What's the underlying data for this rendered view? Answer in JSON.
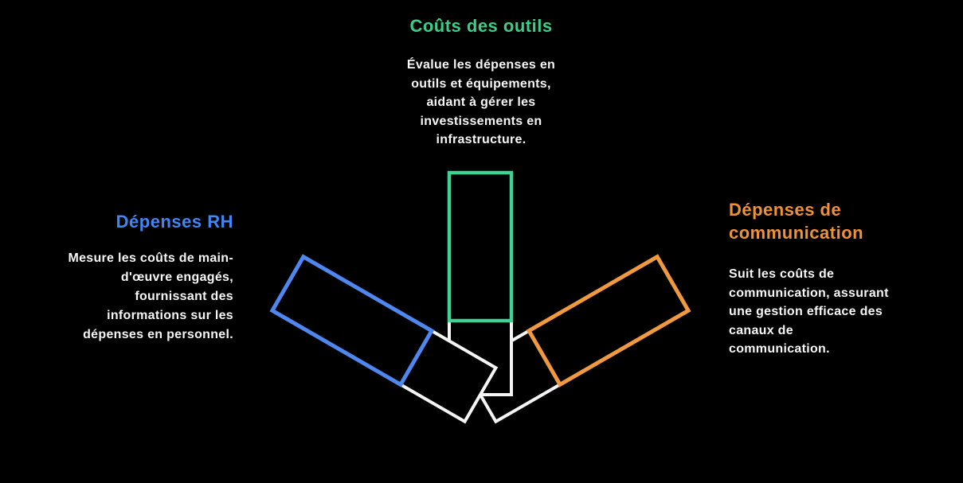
{
  "canvas": {
    "background": "#000000",
    "body_text_color": "#f5f5f5"
  },
  "diagram": {
    "stem_color": "#f4f4f4"
  },
  "sections": {
    "tools": {
      "title": "Coûts des outils",
      "title_color": "#3bce87",
      "bar_color": "#40d291",
      "body_lines": [
        "Évalue les dépenses en",
        "outils et équipements,",
        "aidant à gérer les",
        "investissements en",
        "infrastructure."
      ]
    },
    "hr": {
      "title": "Dépenses RH",
      "title_color": "#4285f4",
      "bar_color": "#4f87f0",
      "body_lines": [
        "Mesure les coûts de main-",
        "d'œuvre engagés,",
        "fournissant des",
        "informations sur les",
        "dépenses en personnel."
      ]
    },
    "communication": {
      "title_lines": [
        "Dépenses de",
        "communication"
      ],
      "title_color": "#ef9136",
      "bar_color": "#f0993f",
      "body_lines": [
        "Suit les coûts de",
        "communication, assurant",
        "une gestion efficace des",
        "canaux de",
        "communication."
      ]
    }
  }
}
